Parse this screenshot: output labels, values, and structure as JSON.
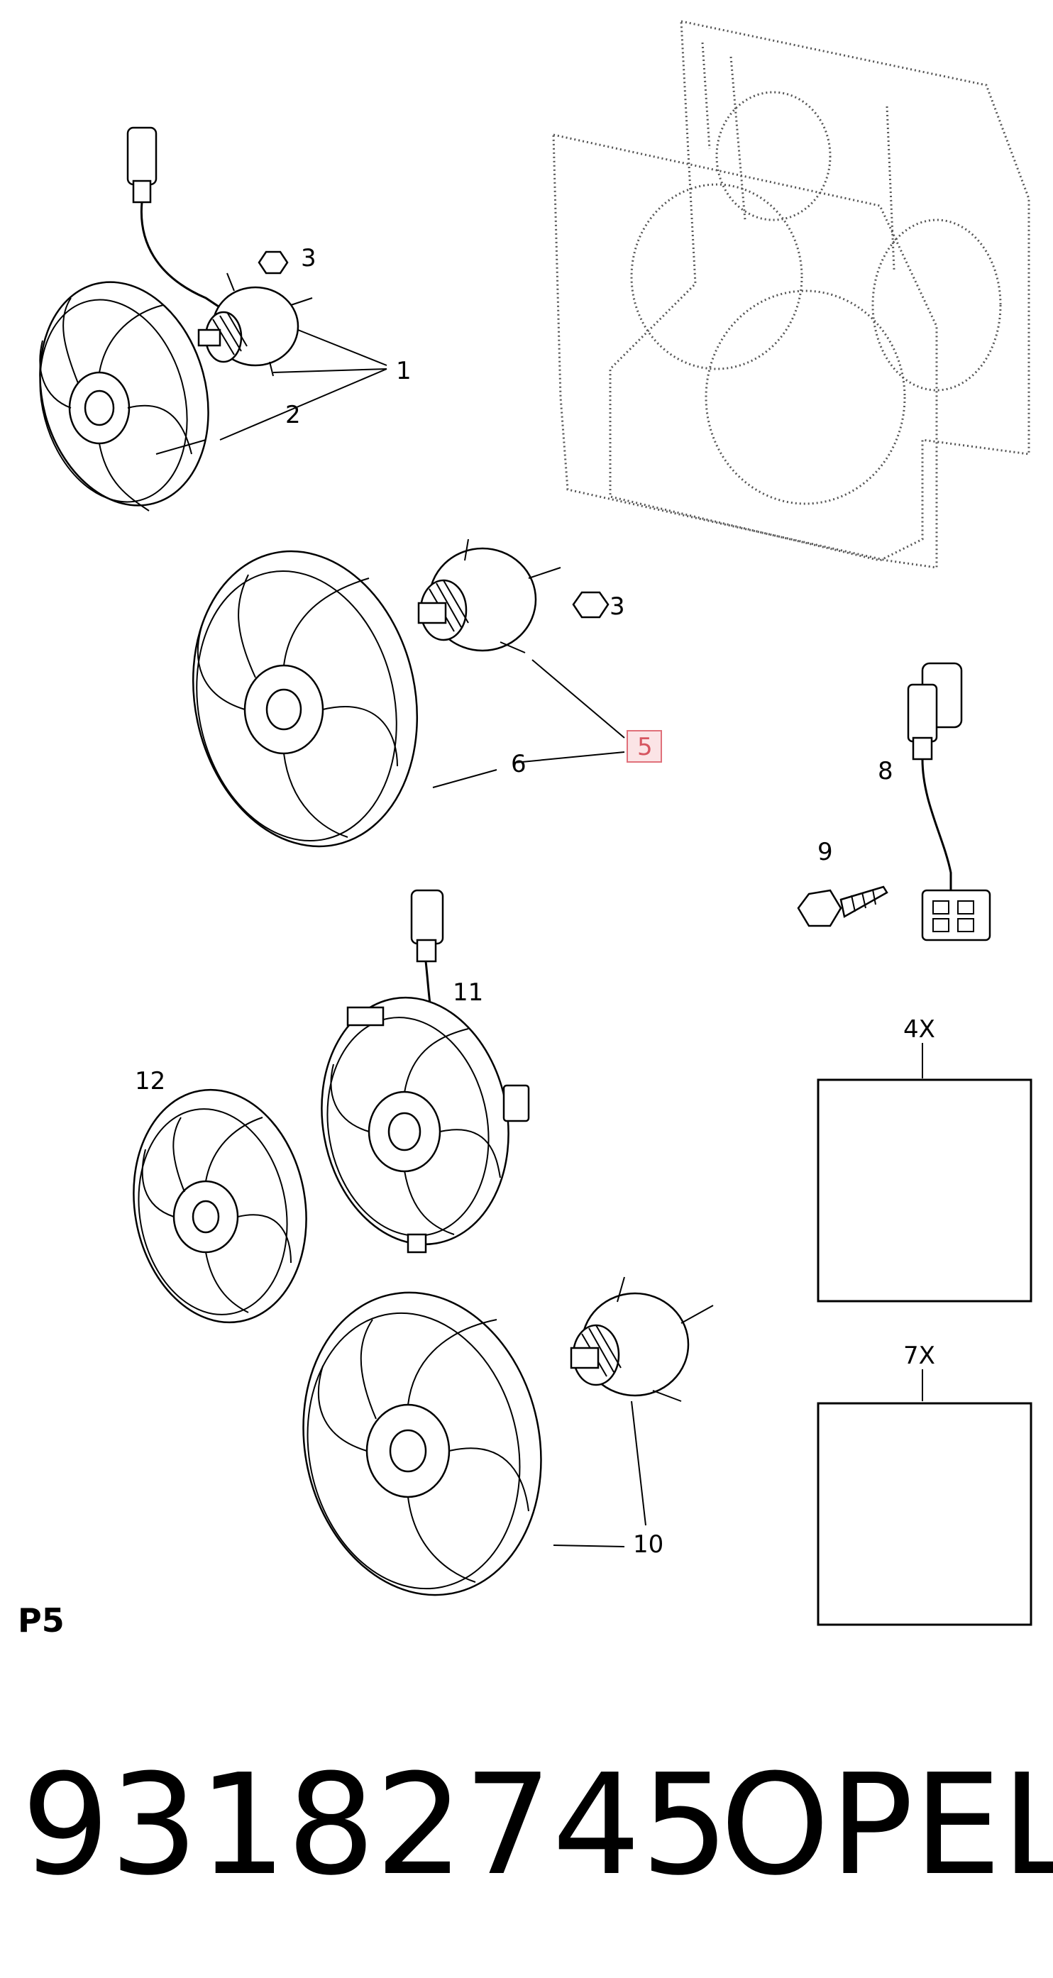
{
  "diagram": {
    "section_label": "P5",
    "callouts": {
      "c1": "1",
      "c2": "2",
      "c3a": "3",
      "c3b": "3",
      "c5": "5",
      "c6": "6",
      "c8": "8",
      "c9": "9",
      "c10": "10",
      "c11": "11",
      "c12": "12"
    },
    "boxes": {
      "box_4x": "4X",
      "box_7x": "7X"
    },
    "highlight_color": "#e0707a",
    "highlight_fill": "#fbe4e6"
  },
  "footer": {
    "part_number": "93182745",
    "brand": "OPEL"
  }
}
